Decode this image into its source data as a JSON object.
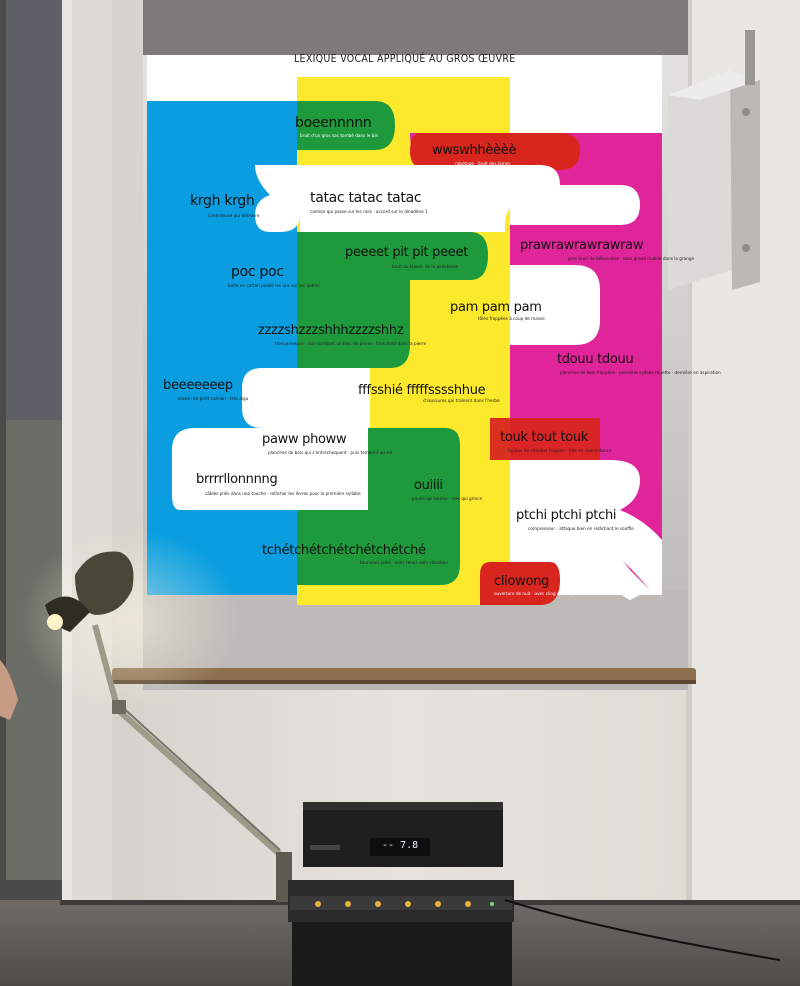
{
  "poster": {
    "title": "LEXIQUE VOCAL APPLIQUÉ AU GROS ŒUVRE",
    "colors": {
      "cyan": "#0a9ee0",
      "yellow": "#fde92b",
      "green": "#1e9a3c",
      "magenta": "#e0249a",
      "red": "#d8261f",
      "white": "#ffffff",
      "grey_band": "#7d7a78"
    },
    "entries": [
      {
        "word": "boeennnnn",
        "note": "bruit d'un gros sac tombé dans le bin"
      },
      {
        "word": "wwswhhèèèè",
        "note": "rabotage · bruit des lames"
      },
      {
        "word": "krgh krgh",
        "note": "cimenteuse qui démarre"
      },
      {
        "word": "tatac tatac tatac",
        "note": "camion qui passe sur les rails · accord sur le dinadène 1"
      },
      {
        "word": "prawrawrawrawraw",
        "note": "gros bruit de bétonnière · sans grand mobile dans la grange"
      },
      {
        "word": "peeeet pit pit peeet",
        "note": "bruit du klaxon de la pelleteuse"
      },
      {
        "word": "poc poc",
        "note": "boîte en carton posée les uns sur les autres"
      },
      {
        "word": "pam pam pam",
        "note": "tôles frappées à coup de masse"
      },
      {
        "word": "zzzzshzzzshhhzzzzshhz",
        "note": "tronçonneuse · scie tombant un bloc de pierre · tranchant dans la pierre"
      },
      {
        "word": "tdouu tdouu",
        "note": "planches de bois frappées · première syllabe muette · dernière en aspiration"
      },
      {
        "word": "beeeeeeep",
        "note": "klaxon de petit camion · très aigu"
      },
      {
        "word": "fffsshié fffffsssshhue",
        "note": "chaussures qui traînent dans l'herbe"
      },
      {
        "word": "paww phoww",
        "note": "planches de bois qui s'entrechoquent · puis tombent au sol"
      },
      {
        "word": "touk tout touk",
        "note": "tuyaux de chantier frappés · très en concordance"
      },
      {
        "word": "brrrrllonnnng",
        "note": "câbles pliés dans une touche · relâcher les lèvres pour la première syllabe"
      },
      {
        "word": "ouiiii",
        "note": "poulie qui tourne · scie qui grince"
      },
      {
        "word": "ptchi ptchi ptchi",
        "note": "compresseur · attaque bien en relâchant le souffle"
      },
      {
        "word": "tchétchétchétchétchétché",
        "note": "tournevis jetés · sons tenus vers vibration"
      },
      {
        "word": "cliowong",
        "note": "ouverture de nuit · avec cling et clong"
      }
    ]
  },
  "scene": {
    "device": {
      "display_text": "-- 7.8"
    }
  }
}
